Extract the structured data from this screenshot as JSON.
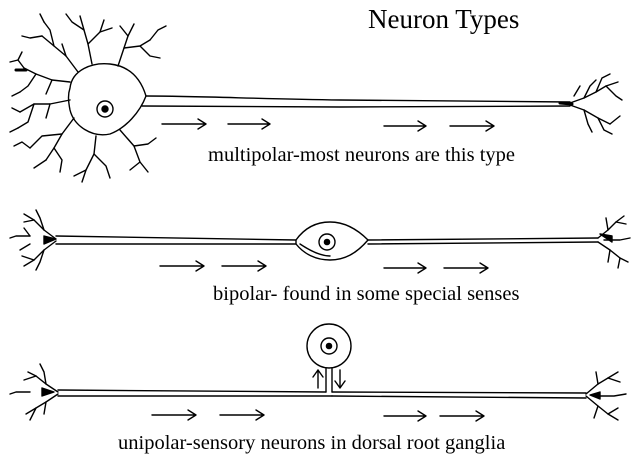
{
  "title": "Neuron Types",
  "neurons": [
    {
      "type": "multipolar",
      "caption": "multipolar-most neurons  are this type"
    },
    {
      "type": "bipolar",
      "caption": "bipolar- found in some special senses"
    },
    {
      "type": "unipolar",
      "caption": "unipolar-sensory neurons in dorsal root ganglia"
    }
  ],
  "colors": {
    "ink": "#000000",
    "background": "#ffffff"
  }
}
